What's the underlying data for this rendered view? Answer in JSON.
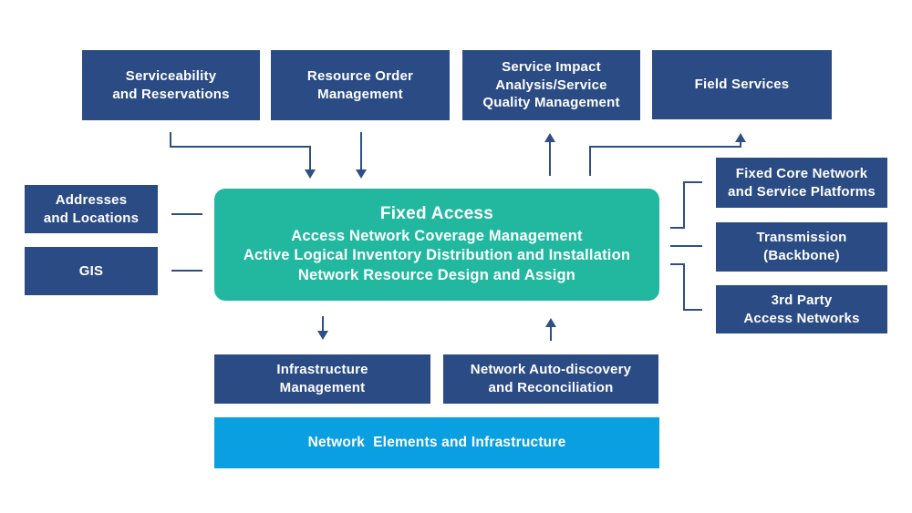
{
  "colors": {
    "dark_blue": "#2b4b85",
    "teal": "#22b8a0",
    "light_blue": "#0a9fe0",
    "line": "#2e4f86",
    "text": "#ffffff",
    "background": "#ffffff"
  },
  "top_row": [
    {
      "label": "Serviceability\nand Reservations"
    },
    {
      "label": "Resource Order\nManagement"
    },
    {
      "label": "Service Impact\nAnalysis/Service\nQuality Management"
    },
    {
      "label": "Field Services"
    }
  ],
  "left_column": [
    {
      "label": "Addresses\nand Locations"
    },
    {
      "label": "GIS"
    }
  ],
  "center": {
    "title": "Fixed Access",
    "lines": [
      "Access Network Coverage Management",
      "Active Logical Inventory Distribution and Installation",
      "Network Resource Design and Assign"
    ]
  },
  "right_column": [
    {
      "label": "Fixed Core Network\nand Service Platforms"
    },
    {
      "label": "Transmission\n(Backbone)"
    },
    {
      "label": "3rd Party\nAccess Networks"
    }
  ],
  "bottom_row": [
    {
      "label": "Infrastructure\nManagement"
    },
    {
      "label": "Network Auto-discovery\nand Reconciliation"
    }
  ],
  "foundation": {
    "label": "Network  Elements and Infrastructure"
  }
}
